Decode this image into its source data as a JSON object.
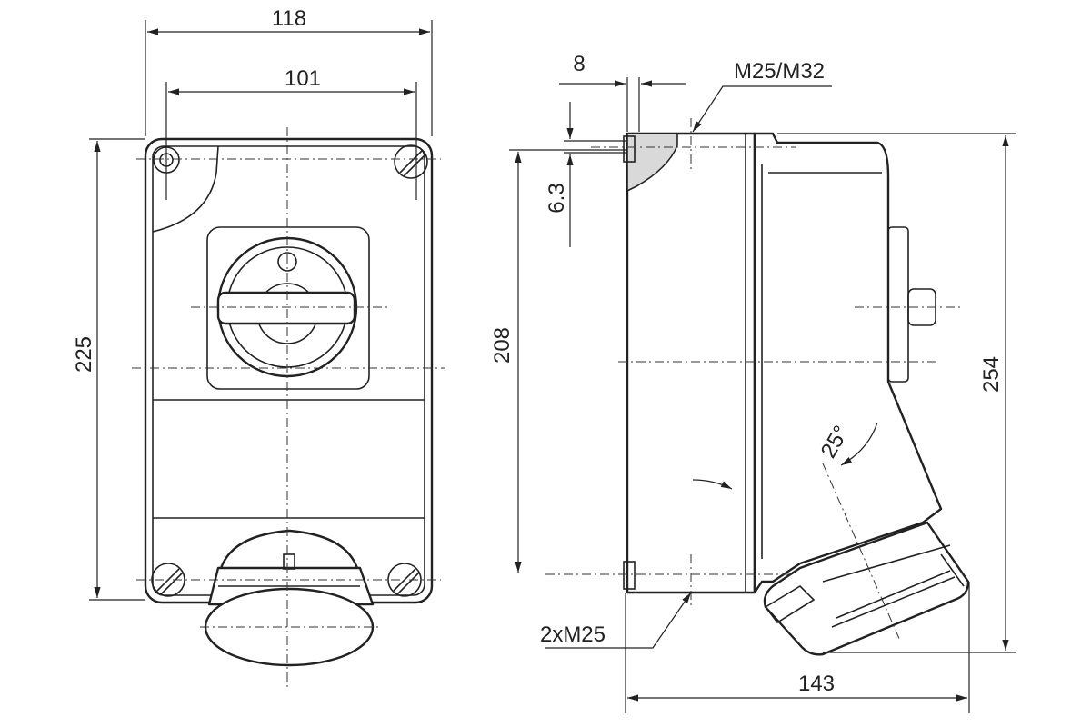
{
  "dimensions": {
    "width_outer": "118",
    "width_inner": "101",
    "height_front": "225",
    "gap_8": "8",
    "depth_6_3": "6.3",
    "cable_entry_top": "M25/M32",
    "height_side": "208",
    "angle": "25°",
    "height_total": "254",
    "cable_entry_bottom": "2xM25",
    "depth_total": "143"
  }
}
